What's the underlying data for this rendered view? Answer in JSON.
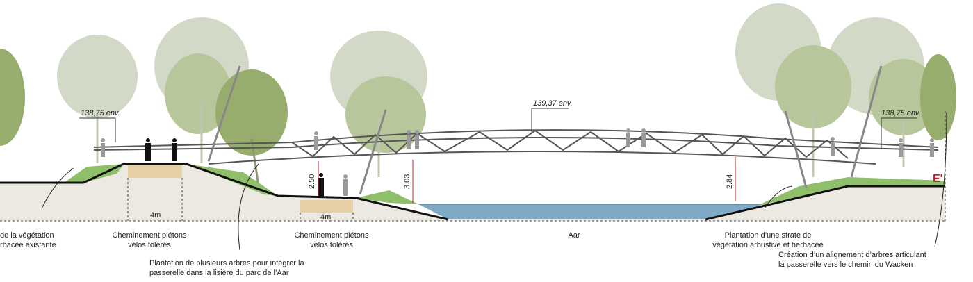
{
  "elevations": {
    "left": "138,75 env.",
    "center": "139,37 env.",
    "right": "138,75 env."
  },
  "dimensions": {
    "left_path_width": "4m",
    "middle_path_width": "4m",
    "clearance_1": "2.50",
    "clearance_2": "3.03",
    "clearance_3": "2.84"
  },
  "section_marker": "E'",
  "labels": {
    "left_vegetation": [
      "de la végétation",
      "rbacée existante"
    ],
    "path_left": [
      "Cheminement  piétons",
      "vélos tolérés"
    ],
    "path_middle": [
      "Cheminement  piétons",
      "vélos tolérés"
    ],
    "tree_planting": [
      "Plantation de plusieurs arbres pour intégrer la",
      "passerelle dans la lisière du parc de l’Aar"
    ],
    "river": "Aar",
    "shrub_planting": [
      "Plantation d’une strate de",
      "végétation arbustive et herbacée"
    ],
    "tree_alignment": [
      "Création d’un alignement d’arbres articulant",
      "la passerelle vers le chemin du Wacken"
    ]
  },
  "colors": {
    "water": "#7fa9c4",
    "ground": "#ece8e2",
    "path": "#e6cfa4",
    "grass": "#8fbf6a",
    "tree_dark": "#97ad6e",
    "tree_light": "#c9d3b7",
    "marker": "#c0262d"
  }
}
